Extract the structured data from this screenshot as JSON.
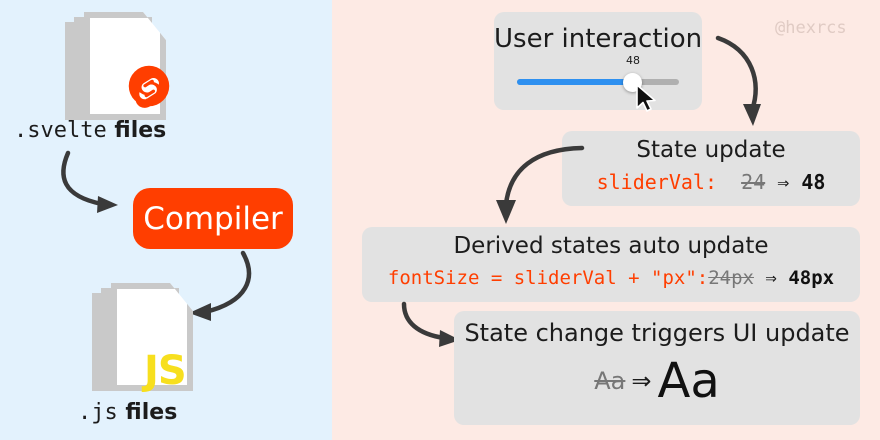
{
  "colors": {
    "left_bg": "#e3f2fd",
    "right_bg": "#fdeae4",
    "box_bg": "#e2e2e2",
    "svelte_orange": "#ff3e00",
    "js_yellow": "#f7df1e",
    "slider_blue": "#2e90f0",
    "file_gray": "#c9c9c9",
    "text_dark": "#1c1c1c",
    "strike_gray": "#777777",
    "watermark": "#e0cbc4"
  },
  "left": {
    "svelte_files": {
      "ext": ".svelte",
      "word": "files",
      "icon": "svelte-logo"
    },
    "compiler": {
      "label": "Compiler"
    },
    "js_files": {
      "ext": ".js",
      "word": "files",
      "icon": "js-logo",
      "badge": "JS"
    }
  },
  "right": {
    "user_interaction": {
      "title": "User interaction",
      "slider": {
        "value": "48",
        "min": 0,
        "max": 100,
        "fill_percent": 71
      }
    },
    "state_update": {
      "title": "State update",
      "var_name": "sliderVal:",
      "old_value": "24",
      "arrow": "⇒",
      "new_value": "48"
    },
    "derived_states": {
      "title": "Derived states auto update",
      "expression": "fontSize = sliderVal + \"px\":",
      "old_value": "24px",
      "arrow": "⇒",
      "new_value": "48px"
    },
    "ui_update": {
      "title": "State change triggers UI update",
      "old_sample": "Aa",
      "arrow": "⇒",
      "new_sample": "Aa"
    }
  },
  "watermark": {
    "handle": "@hexrcs"
  }
}
